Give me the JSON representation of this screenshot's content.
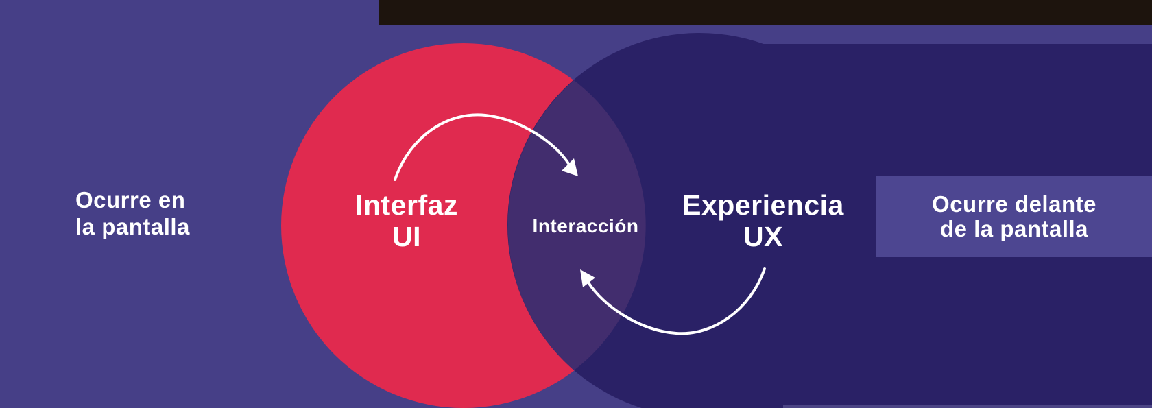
{
  "diagram": {
    "title_implicit": "UI vs UX Venn diagram",
    "left_zone_label": {
      "line1": "Ocurre en",
      "line2": "la pantalla"
    },
    "ui_circle_label": {
      "line1": "Interfaz",
      "line2": "UI"
    },
    "intersection_label": "Interacción",
    "ux_circle_label": {
      "line1": "Experiencia",
      "line2": "UX"
    },
    "right_zone_label": {
      "line1": "Ocurre delante",
      "line2": "de la pantalla"
    },
    "icons": {
      "top_arrow": "curved-arrow-ui-to-interaction",
      "bottom_arrow": "curved-arrow-ux-to-interaction"
    },
    "colors": {
      "background_purple": "#463f87",
      "top_bar_black": "#1d140d",
      "ui_circle_red": "#e02a4f",
      "ux_region_navy": "#2a2166",
      "intersection_purple": "#422d6e",
      "right_label_box": "#4d4691",
      "bottom_right_strip": "#4c4585",
      "text_white": "#ffffff"
    }
  }
}
